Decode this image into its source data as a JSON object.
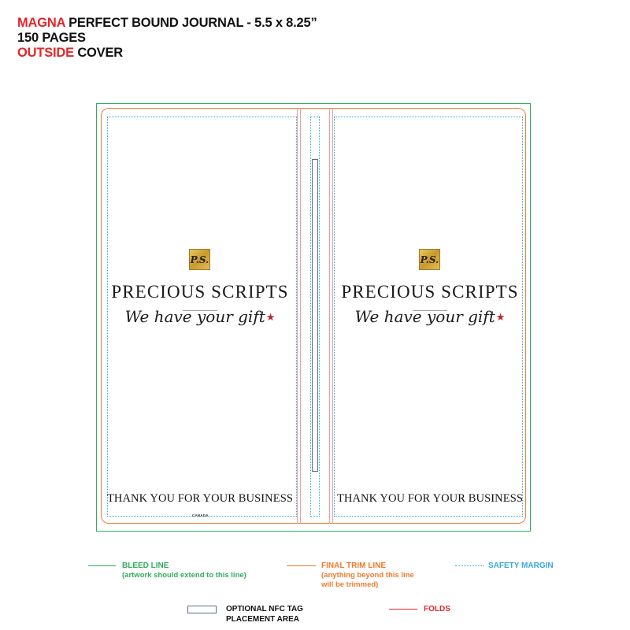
{
  "header": {
    "line1_brand": "MAGNA",
    "line1_rest": " PERFECT BOUND JOURNAL - 5.5 x 8.25”",
    "line2": "150 PAGES",
    "line3_highlight": "OUTSIDE",
    "line3_rest": " COVER"
  },
  "back_panel": {
    "logo_text": "P.S.",
    "brand": "PRECIOUS SCRIPTS",
    "tagline": "We have your gift",
    "footer": "THANK YOU FOR YOUR BUSINESS",
    "origin": "CANADA"
  },
  "front_panel": {
    "logo_text": "P.S.",
    "brand": "PRECIOUS SCRIPTS",
    "tagline": "We have your gift",
    "footer": "THANK YOU FOR YOUR BUSINESS"
  },
  "legend": {
    "bleed_label": "BLEED LINE",
    "bleed_note": "(artwork should extend to this line)",
    "trim_label": "FINAL TRIM LINE",
    "trim_note_1": "(anything beyond this line",
    "trim_note_2": "will be trimmed)",
    "safety_label": "SAFETY MARGIN",
    "nfc_label_1": "OPTIONAL NFC TAG",
    "nfc_label_2": "PLACEMENT AREA",
    "folds_label": "FOLDS"
  },
  "colors": {
    "accent_red": "#e3262b",
    "bleed_green": "#2fae5c",
    "trim_orange": "#f07a2b",
    "safety_blue": "#38a8d8",
    "gold": "#d4ad45"
  }
}
